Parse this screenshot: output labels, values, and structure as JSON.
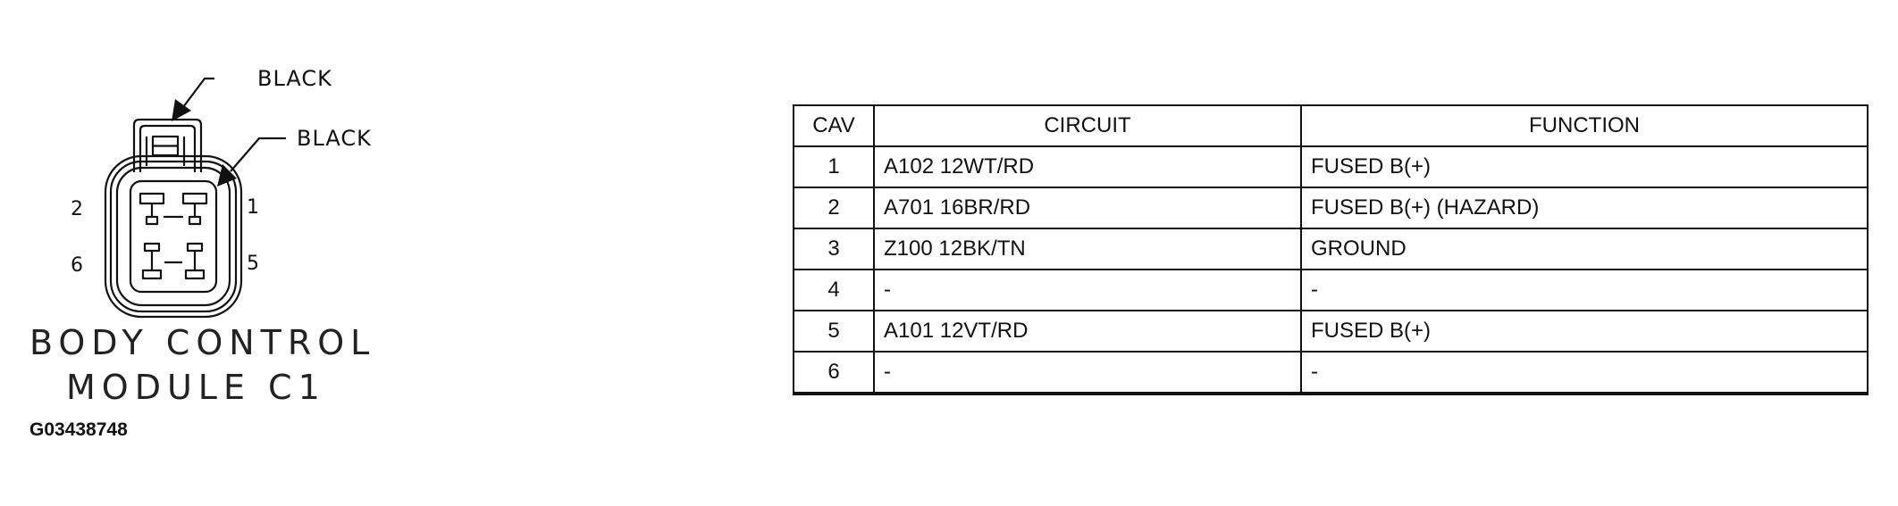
{
  "connector": {
    "callouts": [
      "BLACK",
      "BLACK"
    ],
    "pin_labels": {
      "left_top": "2",
      "right_top": "1",
      "left_bottom": "6",
      "right_bottom": "5"
    },
    "title_line_1": "BODY CONTROL",
    "title_line_2": "MODULE C1",
    "figure_id": "G03438748"
  },
  "table": {
    "headers": {
      "cav": "CAV",
      "circuit": "CIRCUIT",
      "function": "FUNCTION"
    },
    "rows": [
      {
        "cav": "1",
        "circuit": "A102 12WT/RD",
        "function": "FUSED B(+)"
      },
      {
        "cav": "2",
        "circuit": "A701 16BR/RD",
        "function": "FUSED B(+) (HAZARD)"
      },
      {
        "cav": "3",
        "circuit": "Z100 12BK/TN",
        "function": "GROUND"
      },
      {
        "cav": "4",
        "circuit": "-",
        "function": "-"
      },
      {
        "cav": "5",
        "circuit": "A101 12VT/RD",
        "function": "FUSED B(+)"
      },
      {
        "cav": "6",
        "circuit": "-",
        "function": "-"
      }
    ]
  }
}
